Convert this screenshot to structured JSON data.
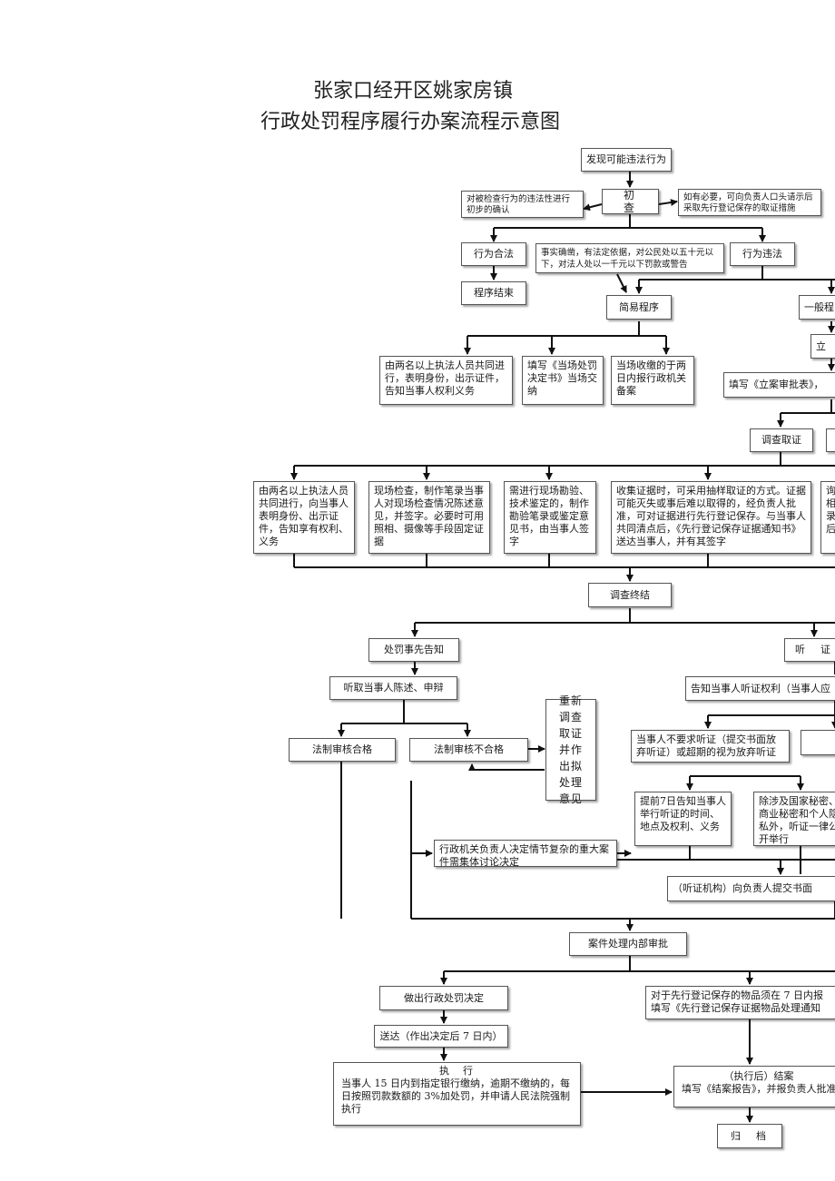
{
  "title": {
    "line1": "张家口经开区姚家房镇",
    "line2": "行政处罚程序履行办案流程示意图"
  },
  "nodes": {
    "discover": "发现可能违法行为",
    "initial_check": "初　　查",
    "initial_note_left": "对被检查行为的违法性进行初步的确认",
    "initial_note_right": "如有必要，可向负责人口头请示后采取先行登记保存的取证措施",
    "legal": "行为合法",
    "illegal": "行为违法",
    "procedure_end": "程序结束",
    "simple_note": "事实确凿，有法定依据，对公民处以五十元以下，对法人处以一千元以下罚款或警告",
    "simple_procedure": "简易程序",
    "general_procedure": "一般程",
    "filing": "立",
    "filing_form": "填写《立案审批表》，",
    "simple_a": "由两名以上执法人员共同进行，表明身份，出示证件，告知当事人权利义务",
    "simple_b": "填写《当场处罚决定书》当场交纳",
    "simple_c": "当场收缴的于两日内报行政机关备案",
    "investigate": "调查取证",
    "investigate_right": "",
    "inv_a": "由两名以上执法人员共同进行，向当事人表明身份、出示证件，告知享有权利、义务",
    "inv_b": "现场检查，制作笔录当事人对现场检查情况陈述意见，并签字。必要时可用照相、摄像等手段固定证据",
    "inv_c": "需进行现场勘验、技术鉴定的，制作勘验笔录或鉴定意见书，由当事人签字",
    "inv_d": "收集证据时，可采用抽样取证的方式。证据可能灭失或事后难以取得的，经负责人批准，可对证据进行先行登记保存。与当事人共同清点后，《先行登记保存证据通知书》送达当事人，并有其签字",
    "inv_e": "询\n相\n录\n后",
    "inv_end": "调查终结",
    "prior_notice": "处罚事先告知",
    "hearing": "听　证",
    "listen": "听取当事人陈述、申辩",
    "hearing_notice": "告知当事人听证权利（当事人应",
    "pass": "法制审核合格",
    "fail": "法制审核不合格",
    "reinvestigate": "重新调查取证并作出拟处理意见",
    "no_hearing": "当事人不要求听证（提交书面放弃听证）或超期的视为放弃听证",
    "notify_7days": "提前7日告知当事人举行听证的时间、地点及权利、义务",
    "public_hearing": "除涉及国家秘密、商业秘密和个人隐私外，听证一律公开举行",
    "collective": "行政机关负责人决定情节复杂的重大案件需集体讨论决定",
    "hearing_report": "（听证机构）向负责人提交书面",
    "internal_approval": "案件处理内部审批",
    "decision": "做出行政处罚决定",
    "storage_note": "对于先行登记保存的物品须在 7 日内报\n填写《先行登记保存证据物品处理通知",
    "serve": "送达（作出决定后 7 日内）",
    "execute_title": "执　行",
    "execute_body": "当事人 15 日内到指定银行缴纳，逾期不缴纳的，每日按照罚款数额的 3%加处罚，并申请人民法院强制执行",
    "close_title": "（执行后）结案",
    "close_body": "填写《结案报告》，并报负责人批准",
    "archive": "归　档"
  }
}
